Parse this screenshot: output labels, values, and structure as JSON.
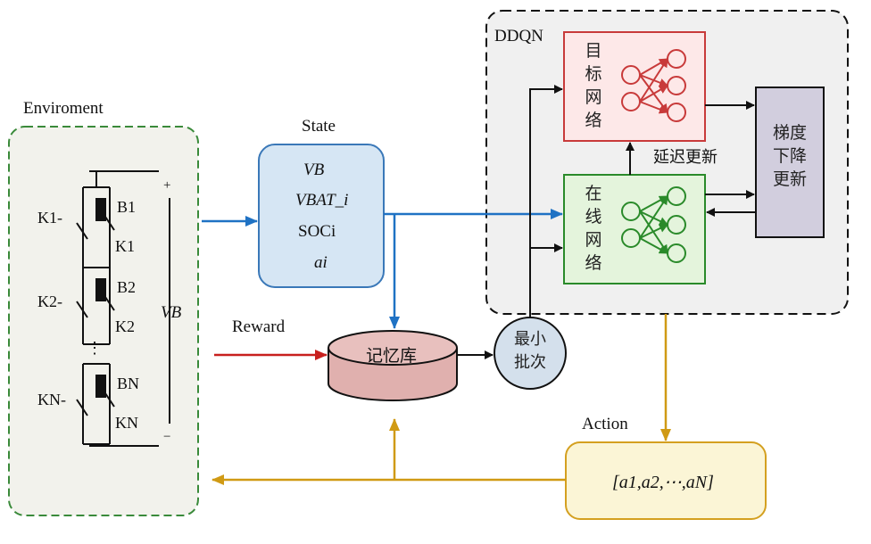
{
  "environment": {
    "title": "Enviroment",
    "batteries": [
      {
        "bypass_switch": "K1-",
        "cell": "B1",
        "series_switch": "K1"
      },
      {
        "bypass_switch": "K2-",
        "cell": "B2",
        "series_switch": "K2"
      },
      {
        "bypass_switch": "KN-",
        "cell": "BN",
        "series_switch": "KN"
      }
    ],
    "plus": "+",
    "minus": "−",
    "ellipsis": "⋮",
    "voltage": "VB"
  },
  "state": {
    "title": "State",
    "items": [
      "VB",
      "VBAT_i",
      "SOCi",
      "ai"
    ]
  },
  "reward_label": "Reward",
  "memory_label": "记忆库",
  "minibatch_label": "最小批次",
  "ddqn": {
    "title": "DDQN",
    "target_network": "目标网络",
    "online_network": "在线网络",
    "delay_update": "延迟更新",
    "gradient_update": "梯度下降更新"
  },
  "action": {
    "title": "Action",
    "vector": "[a1,a2,⋯,aN]"
  },
  "colors": {
    "env_border": "#3a8a3a",
    "env_fill": "#f2f2ec",
    "state_border": "#3a78b8",
    "state_fill": "#d6e6f4",
    "blue_arrow": "#1f72c4",
    "red_arrow": "#c8201e",
    "memory_fill": "#e0b0ae",
    "minibatch_fill": "#d4e0ec",
    "target_border": "#c83a3a",
    "target_fill": "#fde8e8",
    "online_border": "#2a8a2a",
    "online_fill": "#e4f4dc",
    "gradient_fill": "#d2cede",
    "action_border": "#d4a020",
    "action_fill": "#fbf5d6",
    "gold_arrow": "#d09a14",
    "ddqn_fill": "#f0f0f0"
  }
}
